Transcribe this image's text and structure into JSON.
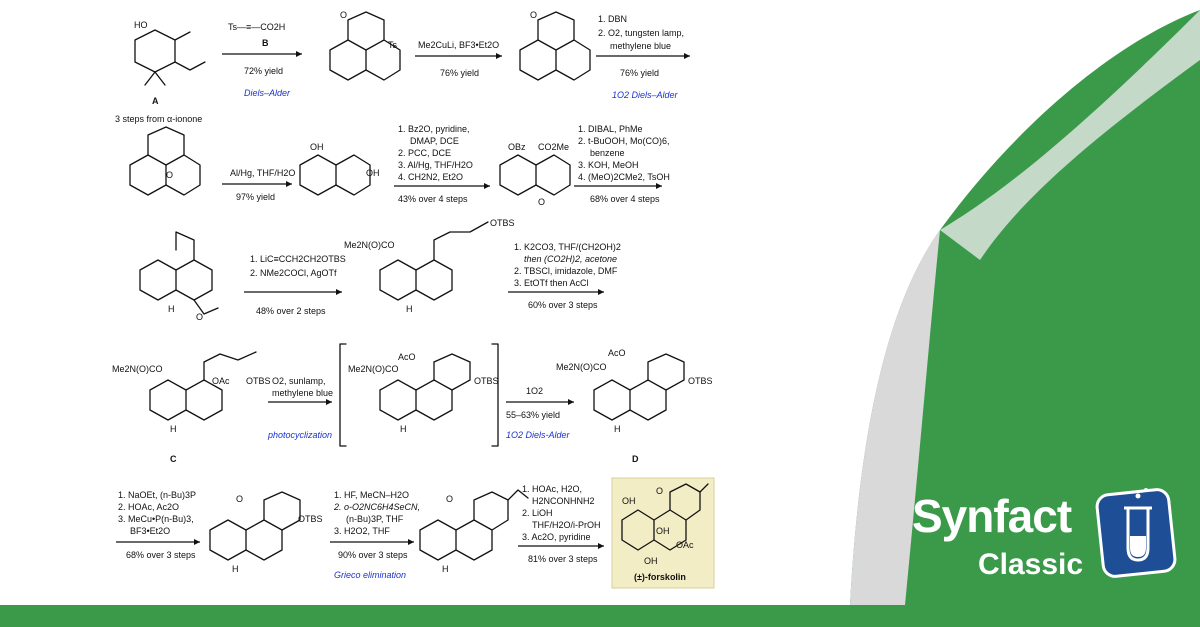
{
  "brand": {
    "name": "Synfact",
    "subtitle": "Classic",
    "colors": {
      "green": "#3a9a4a",
      "blue": "#1d4e96",
      "paper": "#ffffff"
    }
  },
  "compounds": {
    "A": "A",
    "A_note": "3 steps from α-ionone",
    "B": "B",
    "C": "C",
    "D": "D",
    "product": "(±)-forskolin"
  },
  "structure_labels": {
    "ho": "HO",
    "ts": "Ts",
    "oh": "OH",
    "obz": "OBz",
    "co2me": "CO2Me",
    "me2nocoo": "Me2N(O)CO",
    "otbs": "OTBS",
    "aco": "AcO",
    "oac": "OAc",
    "h": "H",
    "o": "O"
  },
  "row1": {
    "step1": {
      "reagents": [
        "Ts—≡—CO2H",
        "B"
      ],
      "yield": "72% yield",
      "note": "Diels–Alder"
    },
    "step2": {
      "reagents": [
        "Me2CuLi, BF3•Et2O"
      ],
      "yield": "76% yield",
      "note": ""
    },
    "step3": {
      "reagents": [
        "1. DBN",
        "2. O2, tungsten lamp,",
        "methylene blue"
      ],
      "yield": "76% yield",
      "note": "1O2 Diels–Alder"
    }
  },
  "row2": {
    "step1": {
      "reagents": [
        "Al/Hg, THF/H2O"
      ],
      "yield": "97% yield"
    },
    "step2": {
      "reagents": [
        "1. Bz2O, pyridine,",
        "DMAP, DCE",
        "2. PCC, DCE",
        "3. Al/Hg, THF/H2O",
        "4. CH2N2, Et2O"
      ],
      "yield": "43% over 4 steps"
    },
    "step3": {
      "reagents": [
        "1. DIBAL, PhMe",
        "2. t-BuOOH, Mo(CO)6,",
        "benzene",
        "3. KOH, MeOH",
        "4. (MeO)2CMe2, TsOH"
      ],
      "yield": "68% over 4 steps"
    }
  },
  "row3": {
    "step1": {
      "reagents": [
        "1. LiC≡CCH2CH2OTBS",
        "2. NMe2COCl, AgOTf"
      ],
      "yield": "48% over 2 steps"
    },
    "step2": {
      "reagents": [
        "1. K2CO3, THF/(CH2OH)2",
        "then (CO2H)2, acetone",
        "2. TBSCl, imidazole, DMF",
        "3. EtOTf then AcCl"
      ],
      "yield": "60% over 3 steps"
    }
  },
  "row4": {
    "step1": {
      "reagents": [
        "O2, sunlamp,",
        "methylene blue"
      ],
      "note": "photocyclization"
    },
    "step2": {
      "reagents": [
        "1O2"
      ],
      "yield": "55–63% yield",
      "note": "1O2 Diels-Alder"
    }
  },
  "row5": {
    "step1": {
      "reagents": [
        "1. NaOEt, (n-Bu)3P",
        "2. HOAc, Ac2O",
        "3. MeCu•P(n-Bu)3,",
        "BF3•Et2O"
      ],
      "yield": "68% over 3 steps"
    },
    "step2": {
      "reagents": [
        "1. HF, MeCN–H2O",
        "2. o-O2NC6H4SeCN,",
        "(n-Bu)3P, THF",
        "3. H2O2, THF"
      ],
      "yield": "90% over 3 steps",
      "note": "Grieco elimination"
    },
    "step3": {
      "reagents": [
        "1. HOAc, H2O,",
        "H2NCONHNH2",
        "2. LiOH",
        "THF/H2O/i-PrOH",
        "3. Ac2O, pyridine"
      ],
      "yield": "81% over 3 steps"
    }
  }
}
